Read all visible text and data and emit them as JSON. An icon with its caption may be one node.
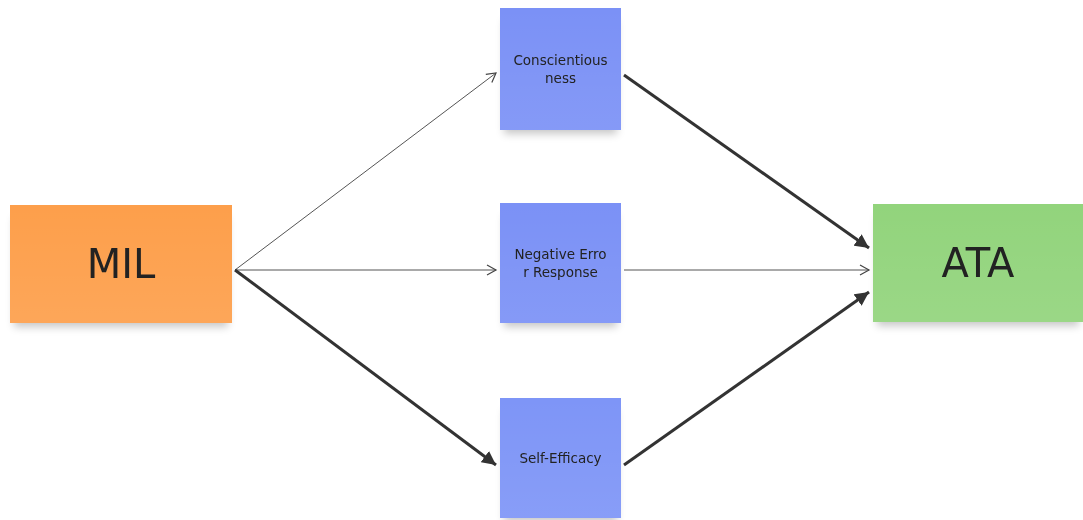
{
  "diagram": {
    "nodes": [
      {
        "text": [
          "MIL"
        ]
      },
      {
        "text": [
          "Conscientiousness"
        ]
      },
      {
        "text": [
          "Negative Error Response"
        ]
      },
      {
        "text": [
          "Self-Efficacy"
        ]
      },
      {
        "text": [
          "ATA"
        ]
      }
    ],
    "edges": [
      {
        "from": 0,
        "to": 1,
        "arrow": "to"
      },
      {
        "from": 0,
        "to": 2,
        "arrow": "to"
      },
      {
        "from": 0,
        "to": 3,
        "arrow": "to",
        "style": "thick"
      },
      {
        "from": 1,
        "to": 4,
        "arrow": "to",
        "style": "thick"
      },
      {
        "from": 2,
        "to": 4,
        "arrow": "to"
      },
      {
        "from": 3,
        "to": 4,
        "arrow": "to",
        "style": "thick"
      }
    ]
  }
}
